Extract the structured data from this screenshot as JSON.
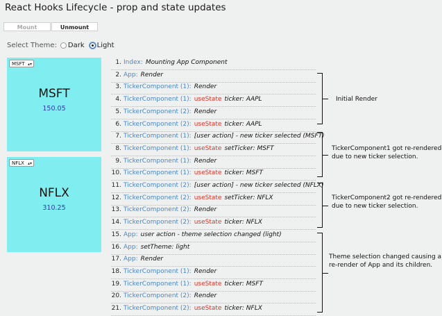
{
  "title": "React Hooks Lifecycle - prop and state updates",
  "buttons": {
    "mount": "Mount",
    "unmount": "Unmount"
  },
  "theme": {
    "label": "Select Theme:",
    "options": [
      "Dark",
      "Light"
    ],
    "selected": "Light"
  },
  "tickers": [
    {
      "selected": "MSFT",
      "name": "MSFT",
      "price": "150.05"
    },
    {
      "selected": "NFLX",
      "name": "NFLX",
      "price": "310.25"
    }
  ],
  "logs": [
    {
      "num": "1.",
      "src": "Index:",
      "hook": "",
      "msg": "Mounting App Component"
    },
    {
      "num": "2.",
      "src": "App:",
      "hook": "",
      "msg": "Render"
    },
    {
      "num": "3.",
      "src": "TickerComponent (1):",
      "hook": "",
      "msg": "Render"
    },
    {
      "num": "4.",
      "src": "TickerComponent (1):",
      "hook": "useState",
      "msg": "ticker: AAPL"
    },
    {
      "num": "5.",
      "src": "TickerComponent (2):",
      "hook": "",
      "msg": "Render"
    },
    {
      "num": "6.",
      "src": "TickerComponent (2):",
      "hook": "useState",
      "msg": "ticker: AAPL"
    },
    {
      "num": "7.",
      "src": "TickerComponent (1):",
      "hook": "",
      "msg": "[user action] - new ticker selected (MSFT)"
    },
    {
      "num": "8.",
      "src": "TickerComponent (1):",
      "hook": "useState",
      "msg": "setTicker: MSFT"
    },
    {
      "num": "9.",
      "src": "TickerComponent (1):",
      "hook": "",
      "msg": "Render"
    },
    {
      "num": "10.",
      "src": "TickerComponent (1):",
      "hook": "useState",
      "msg": "ticker: MSFT"
    },
    {
      "num": "11.",
      "src": "TickerComponent (2):",
      "hook": "",
      "msg": "[user action] - new ticker selected (NFLX)"
    },
    {
      "num": "12.",
      "src": "TickerComponent (2):",
      "hook": "useState",
      "msg": "setTicker: NFLX"
    },
    {
      "num": "13.",
      "src": "TickerComponent (2):",
      "hook": "",
      "msg": "Render"
    },
    {
      "num": "14.",
      "src": "TickerComponent (2):",
      "hook": "useState",
      "msg": "ticker: NFLX"
    },
    {
      "num": "15.",
      "src": "App:",
      "hook": "",
      "msg": "user action - theme selection changed (light)"
    },
    {
      "num": "16.",
      "src": "App:",
      "hook": "",
      "msg": "setTheme: light"
    },
    {
      "num": "17.",
      "src": "App:",
      "hook": "",
      "msg": "Render"
    },
    {
      "num": "18.",
      "src": "TickerComponent (1):",
      "hook": "",
      "msg": "Render"
    },
    {
      "num": "19.",
      "src": "TickerComponent (1):",
      "hook": "useState",
      "msg": "ticker: MSFT"
    },
    {
      "num": "20.",
      "src": "TickerComponent (2):",
      "hook": "",
      "msg": "Render"
    },
    {
      "num": "21.",
      "src": "TickerComponent (2):",
      "hook": "useState",
      "msg": "ticker: NFLX"
    }
  ],
  "annotations": {
    "initial": "Initial Render",
    "ticker1": [
      "TickerComponent1 got re-rendered",
      "due to new ticker selection."
    ],
    "ticker2": [
      "TickerComponent2 got re-rendered",
      "due to new ticker selection."
    ],
    "theme": [
      "Theme selection changed causing a",
      "re-render of App and its children."
    ]
  },
  "colors": {
    "ticker_bg": "#80eef0",
    "source": "#4a86c9",
    "hook": "#d9352a",
    "price": "#2a3fb0"
  }
}
